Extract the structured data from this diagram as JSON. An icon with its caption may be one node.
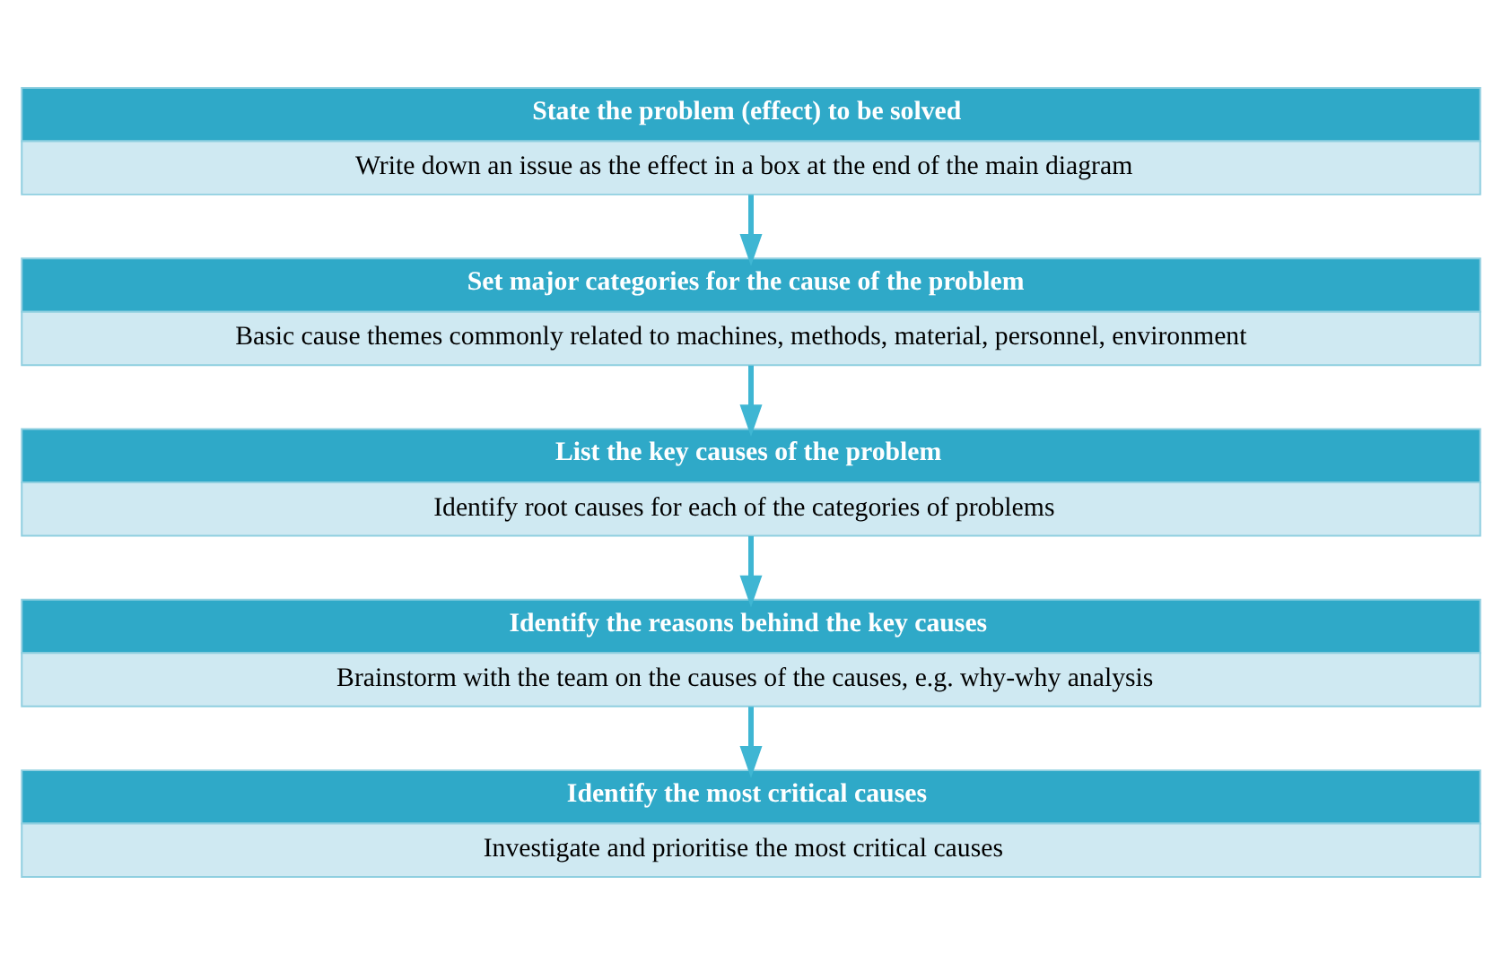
{
  "diagram": {
    "nodes": [
      {
        "text": [
          "State the problem (effect) to be solved",
          "Write down an issue as the effect in a box at the end of the main diagram"
        ]
      },
      {
        "text": [
          "Set major categories for the cause of the problem",
          "Basic cause themes commonly related to machines, methods, material, personnel, environment"
        ]
      },
      {
        "text": [
          "List the key causes of the problem",
          "Identify root causes for each of the categories of problems"
        ]
      },
      {
        "text": [
          "Identify the reasons behind the key causes",
          "Brainstorm with the team on the causes of the causes, e.g. why-why analysis"
        ]
      },
      {
        "text": [
          "Identify the most critical causes",
          "Investigate and prioritise the most critical causes"
        ]
      }
    ],
    "edges": [
      {
        "from": 0,
        "to": 1,
        "arrow": "to"
      },
      {
        "from": 1,
        "to": 2,
        "arrow": "to"
      },
      {
        "from": 2,
        "to": 3,
        "arrow": "to"
      },
      {
        "from": 3,
        "to": 4,
        "arrow": "to"
      }
    ]
  }
}
